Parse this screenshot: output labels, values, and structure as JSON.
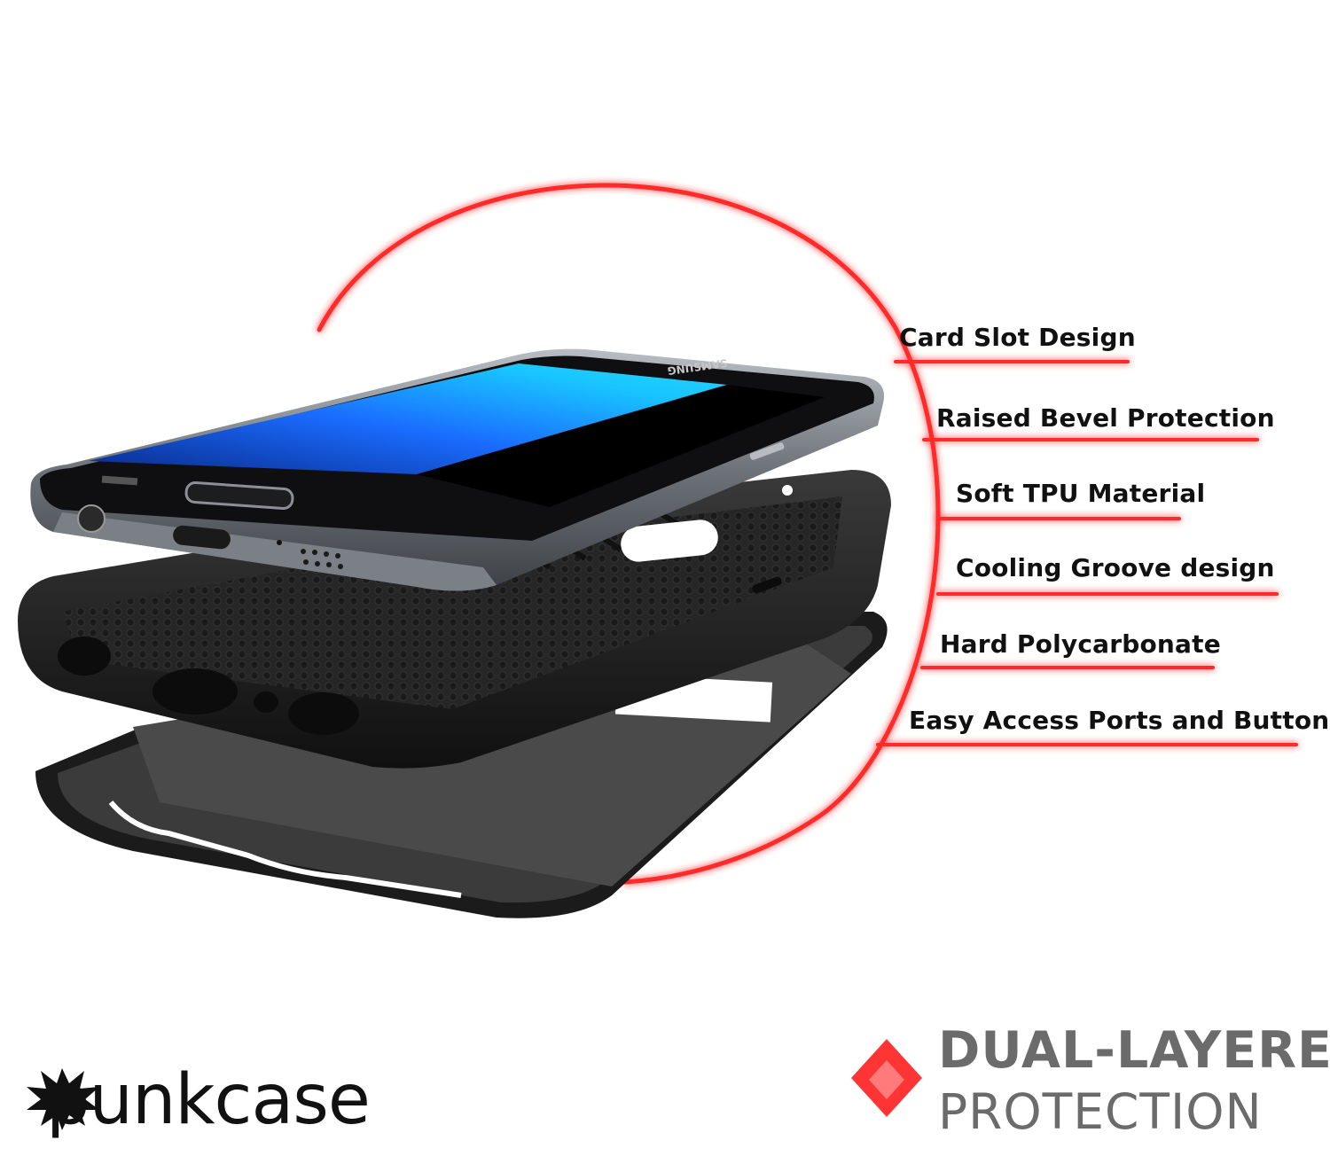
{
  "features": [
    "Card Slot Design",
    "Raised Bevel Protection",
    "Soft TPU Material",
    "Cooling Groove design",
    "Hard Polycarbonate",
    "Easy Access Ports and Buttons"
  ],
  "phone": {
    "brand_text": "SAMSUNG"
  },
  "logo": {
    "text": "punkcase"
  },
  "badge": {
    "line1": "DUAL-LAYERED",
    "line2": "PROTECTION"
  },
  "colors": {
    "accent_red": "#ff2a2a",
    "badge_gray": "#6b6b6b",
    "case_black": "#1c1c1c",
    "screen_blue": "#1aa6ff",
    "phone_frame": "#8a8f94"
  }
}
